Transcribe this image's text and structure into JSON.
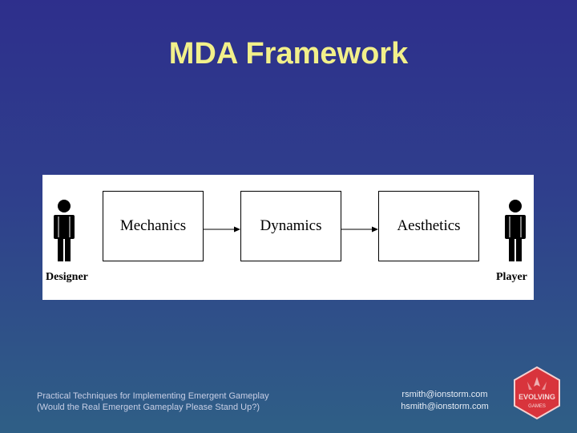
{
  "slide": {
    "title": "MDA Framework"
  },
  "diagram": {
    "boxes": [
      "Mechanics",
      "Dynamics",
      "Aesthetics"
    ],
    "designer_label": "Designer",
    "player_label": "Player"
  },
  "footer": {
    "line1": "Practical Techniques for Implementing Emergent Gameplay",
    "line2": "(Would the Real Emergent Gameplay Please Stand Up?)",
    "email1": "rsmith@ionstorm.com",
    "email2": "hsmith@ionstorm.com"
  },
  "colors": {
    "title": "#f2f08a",
    "logo_red": "#d8343c"
  },
  "logo": {
    "text": "EVOLVING",
    "subtext": "GAMES"
  }
}
